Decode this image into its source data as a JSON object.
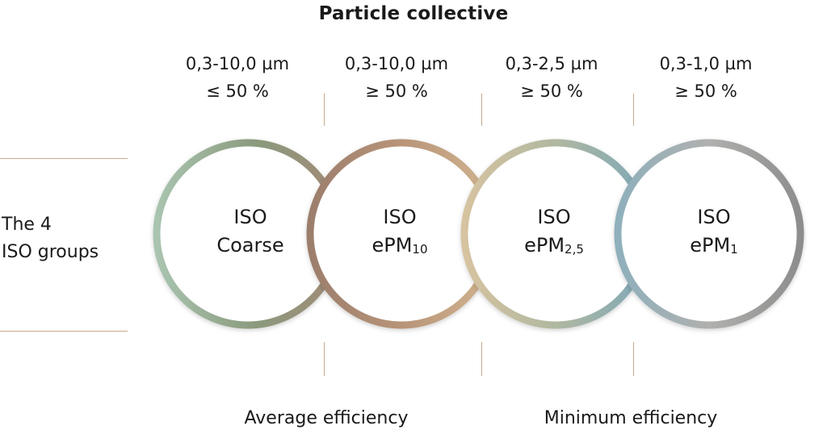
{
  "title": "Particle collective",
  "columns": [
    {
      "range": "0,3-10,0 µm",
      "threshold": "≤ 50 %"
    },
    {
      "range": "0,3-10,0 µm",
      "threshold": "≥ 50 %"
    },
    {
      "range": "0,3-2,5 µm",
      "threshold": "≥ 50 %"
    },
    {
      "range": "0,3-1,0 µm",
      "threshold": "≥ 50 %"
    }
  ],
  "row_label": {
    "line1": "The 4",
    "line2": "ISO groups"
  },
  "groups": [
    {
      "line1": "ISO",
      "main": "Coarse",
      "sub": ""
    },
    {
      "line1": "ISO",
      "main": "ePM",
      "sub": "10"
    },
    {
      "line1": "ISO",
      "main": "ePM",
      "sub": "2,5"
    },
    {
      "line1": "ISO",
      "main": "ePM",
      "sub": "1"
    }
  ],
  "bottom": {
    "left": "Average efficiency",
    "right": "Minimum efficiency"
  },
  "colors": {
    "line": "#c8a98f",
    "ring1": [
      "#a9c4b0",
      "#8a9a7c",
      "#a28a78"
    ],
    "ring2": [
      "#9c7e6c",
      "#b89478",
      "#d1b490"
    ],
    "ring3": [
      "#d6c3a0",
      "#b0b8a0",
      "#7fa8b8"
    ],
    "ring4": [
      "#8fb0bc",
      "#b0b0ae",
      "#8d8d8d"
    ]
  }
}
